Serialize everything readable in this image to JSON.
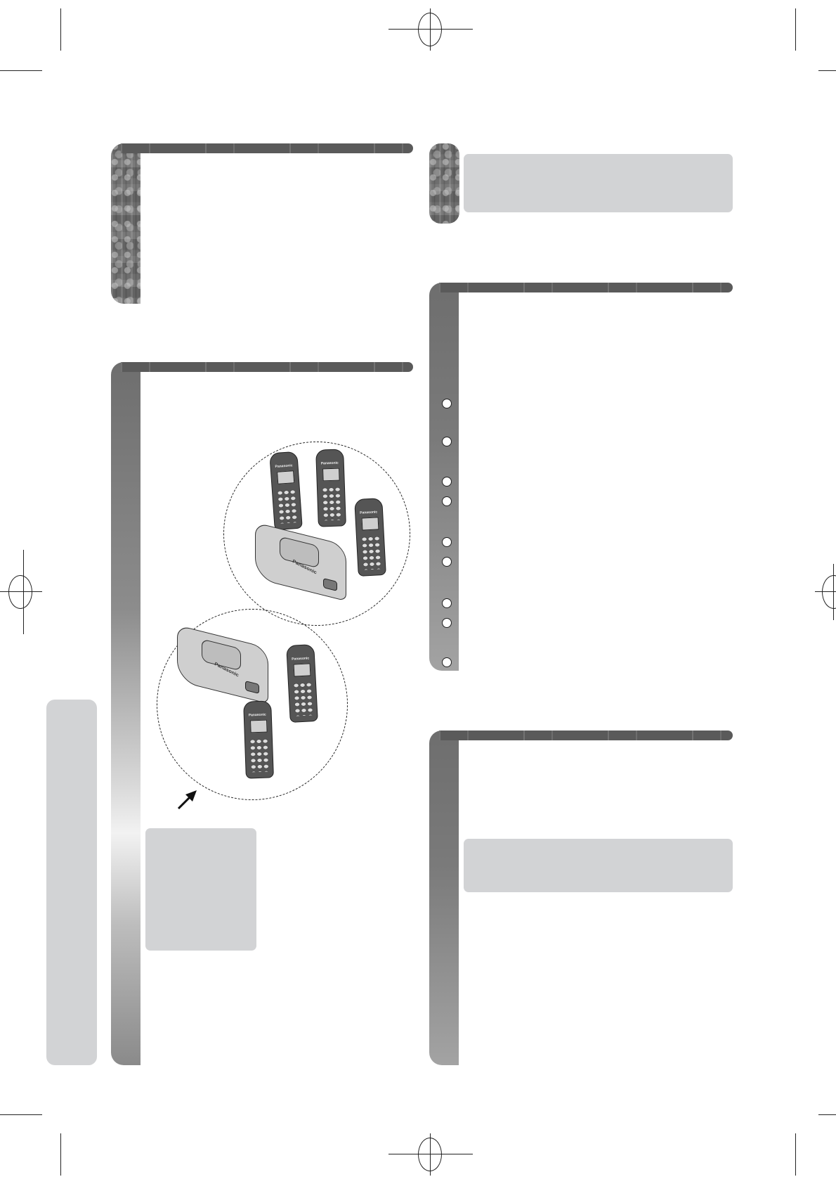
{
  "page": {
    "type": "printed manual page (blank template)",
    "background": "#ffffff"
  },
  "colors": {
    "spine_dark": "#6e6e6e",
    "header_bar": "#5a5a5a",
    "callout_gray": "#d2d3d5",
    "ink": "#222222"
  },
  "print_marks": {
    "registration_targets": [
      "top-center",
      "bottom-center",
      "left-middle",
      "right-middle"
    ],
    "crop_marks": [
      "top-left",
      "top-right",
      "bottom-left",
      "bottom-right"
    ]
  },
  "left_column": {
    "section_1": {
      "heading": "",
      "body": ""
    },
    "section_2": {
      "heading": "",
      "body": "",
      "illustration": {
        "group_a": {
          "handsets": 3,
          "bases": 1,
          "handset_brand": "Panasonic",
          "base_brand": "Panasonic"
        },
        "group_b": {
          "handsets": 2,
          "bases": 1,
          "handset_brand": "Panasonic",
          "base_brand": "Panasonic"
        },
        "arrow_icon": "arrow-up-right"
      },
      "note_box": {
        "text": ""
      }
    },
    "side_tab": {
      "label": ""
    }
  },
  "right_column": {
    "note_box_top": {
      "text": ""
    },
    "section_3": {
      "heading": "",
      "bullet_count": 9,
      "bullets": [
        "",
        "",
        "",
        "",
        "",
        "",
        "",
        "",
        ""
      ]
    },
    "section_4": {
      "heading": "",
      "body": "",
      "note_box": {
        "text": ""
      }
    }
  }
}
